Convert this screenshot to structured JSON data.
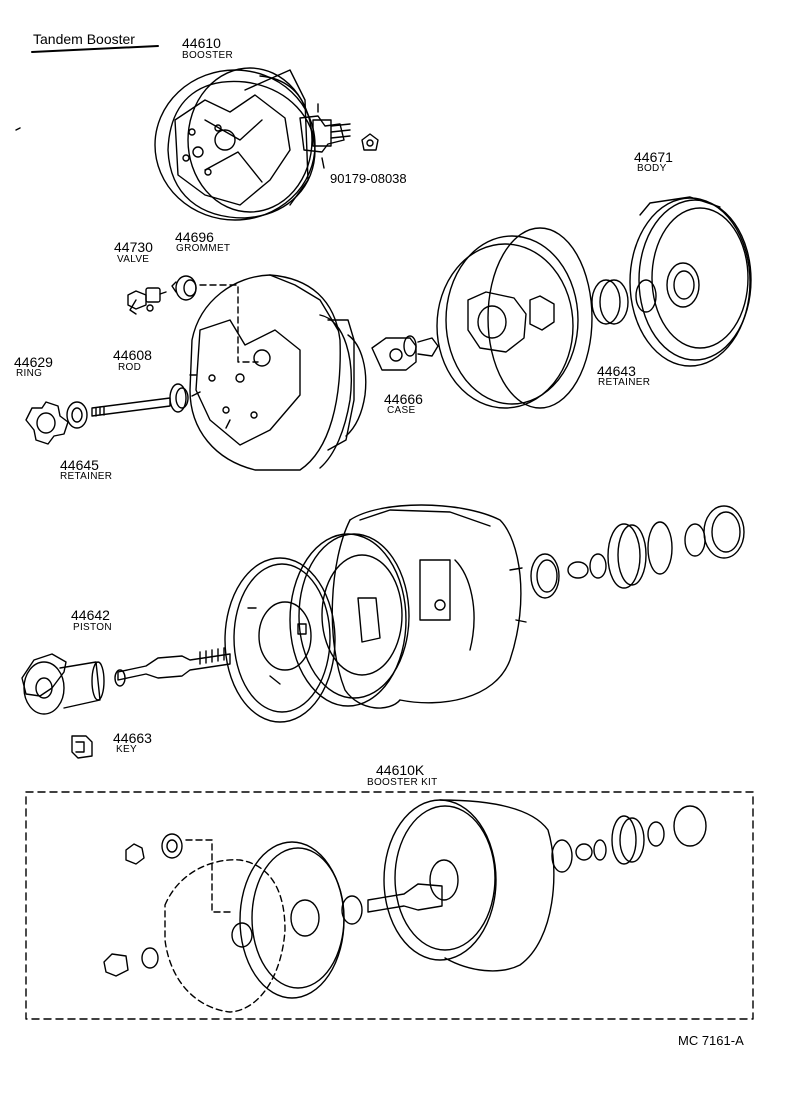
{
  "title": "Tandem Booster",
  "parts": [
    {
      "number": "44610",
      "name": "BOOSTER"
    },
    {
      "number": "90179-08038",
      "name": ""
    },
    {
      "number": "44671",
      "name": "BODY"
    },
    {
      "number": "44696",
      "name": "GROMMET"
    },
    {
      "number": "44730",
      "name": "VALVE"
    },
    {
      "number": "44629",
      "name": "RING"
    },
    {
      "number": "44608",
      "name": "ROD"
    },
    {
      "number": "44666",
      "name": "CASE"
    },
    {
      "number": "44643",
      "name": "RETAINER"
    },
    {
      "number": "44645",
      "name": "RETAINER"
    },
    {
      "number": "44642",
      "name": "PISTON"
    },
    {
      "number": "44663",
      "name": "KEY"
    },
    {
      "number": "44610K",
      "name": "BOOSTER KIT"
    }
  ],
  "footer_code": "MC  7161-A"
}
